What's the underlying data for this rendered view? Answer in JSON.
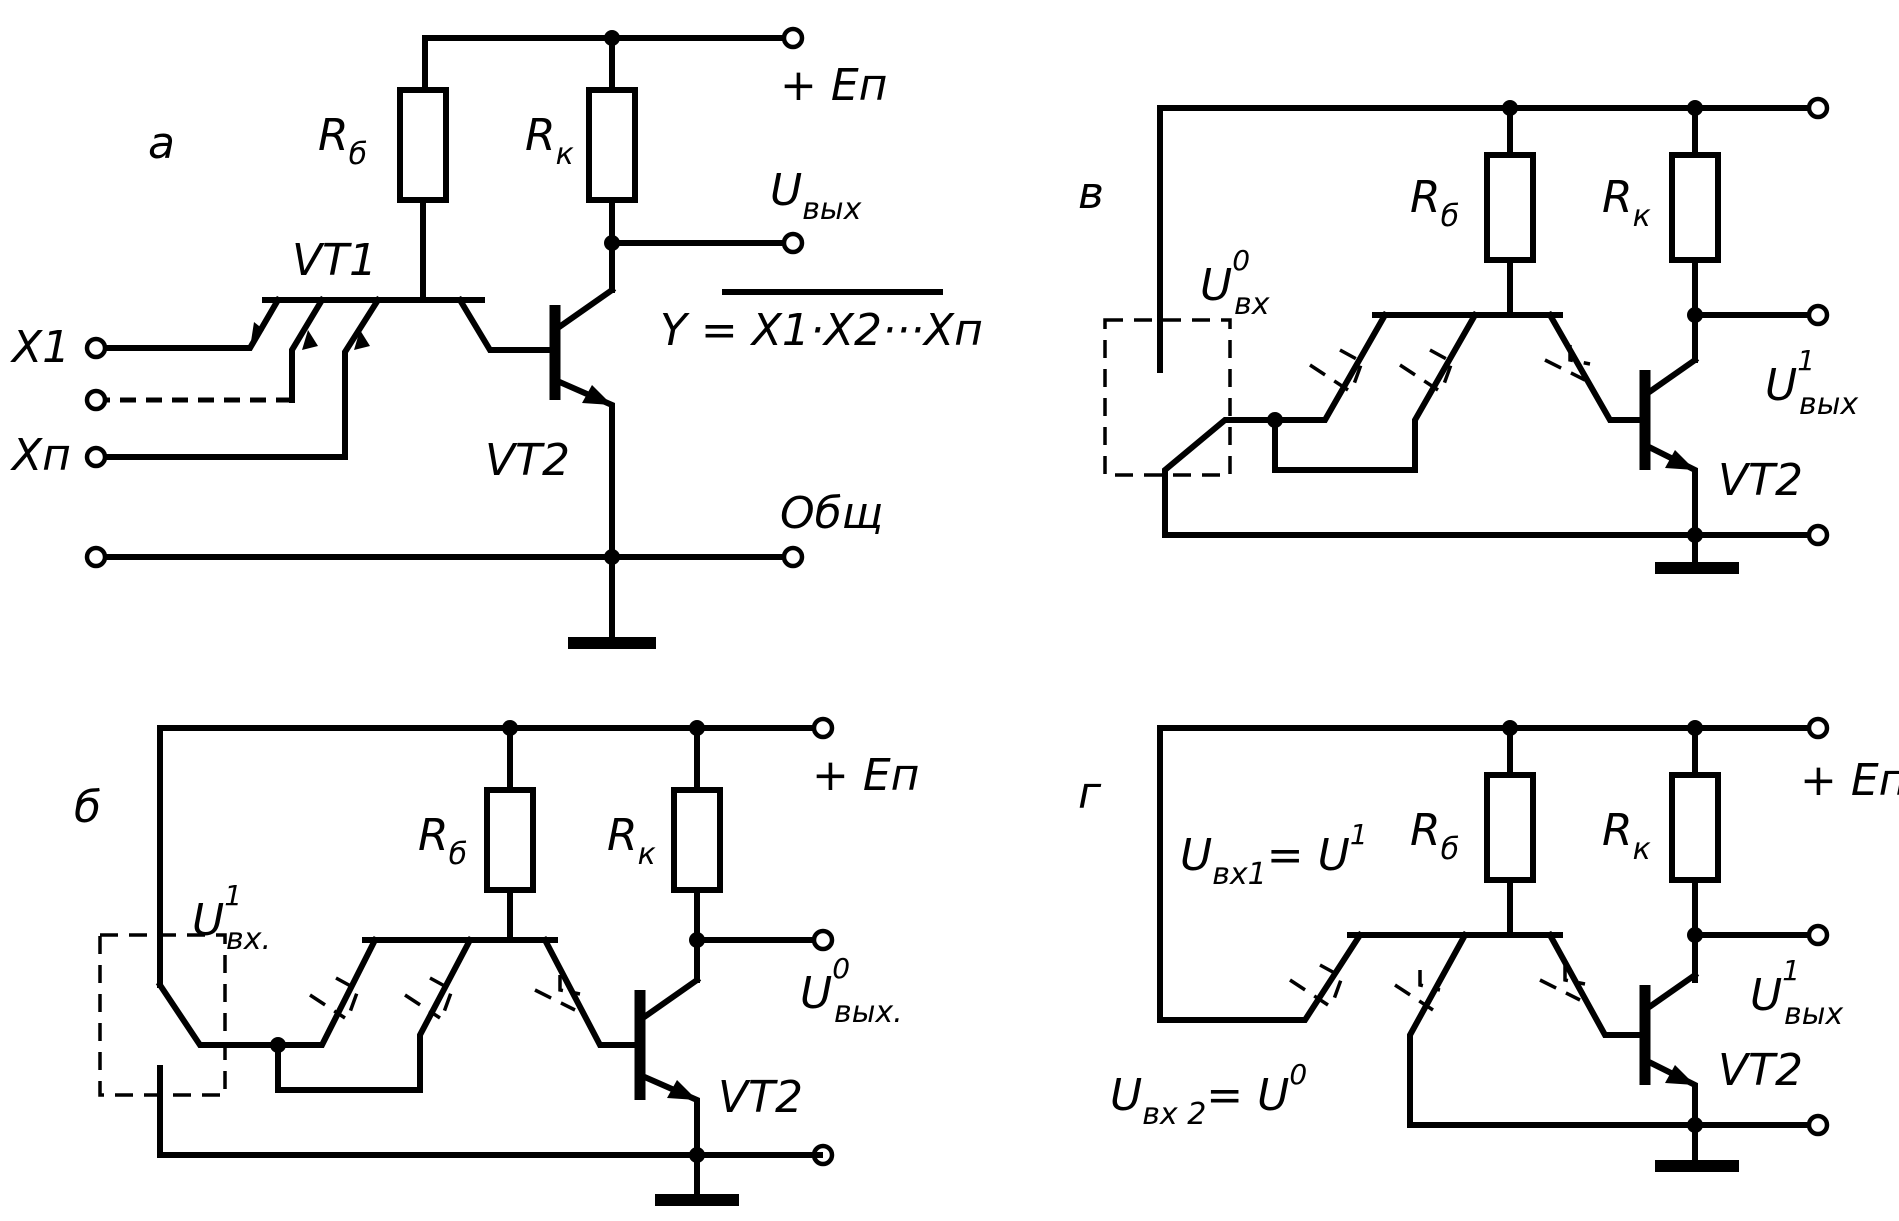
{
  "a": {
    "panel_letter": "а",
    "supply": "+ Eп",
    "rb": {
      "main": "R",
      "sub": "б"
    },
    "rk": {
      "main": "R",
      "sub": "к"
    },
    "out": {
      "main": "U",
      "sub": "вых"
    },
    "vt1": "VT1",
    "vt2": "VT2",
    "formula": "Y = X1·X2···Xп",
    "in1": "X1",
    "inn": "Xп",
    "common": "Общ"
  },
  "b": {
    "panel_letter": "б",
    "supply": "+ Eп",
    "rb": {
      "main": "R",
      "sub": "б"
    },
    "rk": {
      "main": "R",
      "sub": "к"
    },
    "uin": {
      "main": "U",
      "sup": "1",
      "sub": "вх."
    },
    "out": {
      "main": "U",
      "sup": "0",
      "sub": "вых."
    },
    "vt2": "VT2"
  },
  "v": {
    "panel_letter": "в",
    "rb": {
      "main": "R",
      "sub": "б"
    },
    "rk": {
      "main": "R",
      "sub": "к"
    },
    "uin": {
      "main": "U",
      "sup": "0",
      "sub": "вх"
    },
    "out": {
      "main": "U",
      "sup": "1",
      "sub": "вых"
    },
    "vt2": "VT2"
  },
  "g": {
    "panel_letter": "г",
    "supply": "+ Eп",
    "rb": {
      "main": "R",
      "sub": "б"
    },
    "rk": {
      "main": "R",
      "sub": "к"
    },
    "uin1": {
      "main": "U",
      "sub": "вх1",
      "rhs": "= U",
      "rsup": "1"
    },
    "uin2": {
      "main": "U",
      "sub": "вх 2",
      "rhs": "= U",
      "rsup": "0"
    },
    "out": {
      "main": "U",
      "sup": "1",
      "sub": "вых"
    },
    "vt2": "VT2"
  }
}
